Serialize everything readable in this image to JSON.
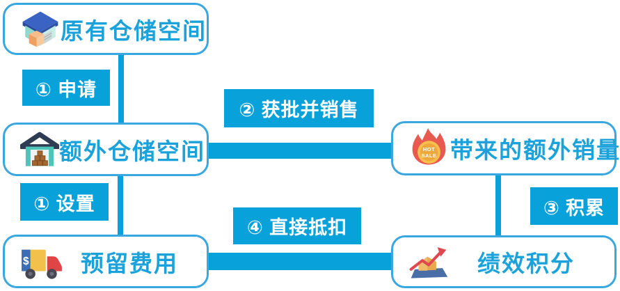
{
  "diagram": {
    "title_hint": "warehouse-space-performance-flow",
    "nodes": {
      "original_storage": {
        "label": "原有仓储空间"
      },
      "extra_storage": {
        "label": "额外仓储空间"
      },
      "reserved_fee": {
        "label": "预留费用"
      },
      "extra_sales": {
        "label": "带来的额外销量"
      },
      "performance_points": {
        "label": "绩效积分"
      }
    },
    "steps": {
      "apply": {
        "label": "① 申请"
      },
      "sell": {
        "label": "② 获批并销售"
      },
      "setup": {
        "label": "① 设置"
      },
      "deduct": {
        "label": "④ 直接抵扣"
      },
      "accumulate": {
        "label": "③ 积累"
      }
    },
    "edges": [
      {
        "from": "original_storage",
        "to": "extra_storage",
        "step": "① 申请"
      },
      {
        "from": "extra_storage",
        "to": "extra_sales",
        "step": "② 获批并销售"
      },
      {
        "from": "extra_storage",
        "to": "reserved_fee",
        "step": "① 设置"
      },
      {
        "from": "extra_sales",
        "to": "performance_points",
        "step": "③ 积累"
      },
      {
        "from": "performance_points",
        "to": "reserved_fee",
        "step": "④ 直接抵扣"
      }
    ],
    "icons": {
      "original_storage": "warehouse-isometric-icon",
      "extra_storage": "warehouse-front-icon",
      "reserved_fee": "money-truck-icon",
      "extra_sales": "hot-sale-flame-icon",
      "performance_points": "growth-chart-icon"
    },
    "hot_sale_badge": {
      "line1": "HOT",
      "line2": "SALE"
    },
    "colors": {
      "accent_blue": "#09a1d9",
      "box_border_blue": "#3aa7e0",
      "box_text_blue": "#1ba2db",
      "background": "#ffffff"
    }
  }
}
